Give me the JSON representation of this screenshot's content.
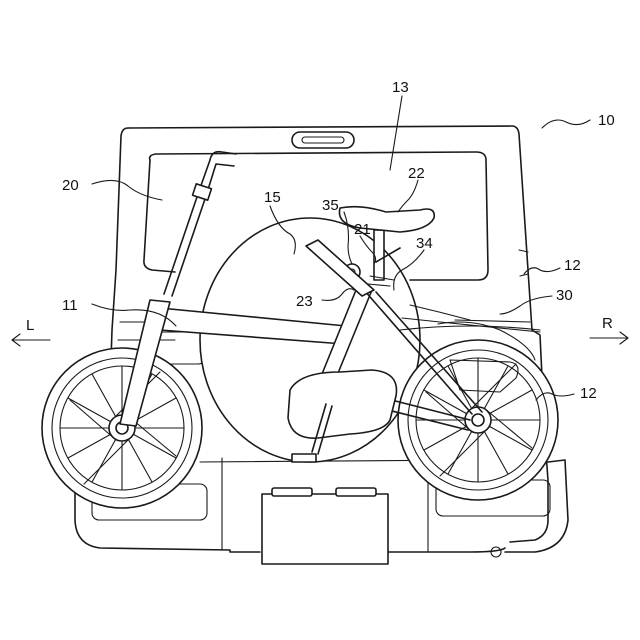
{
  "figure": {
    "labels": {
      "vehicle": "10",
      "rear_door": "11",
      "body_side_right": "12",
      "body_side_lower": "12",
      "rear_window": "13",
      "spare_tire": "15",
      "bicycle": "20",
      "saddle_post": "21",
      "saddle": "22",
      "seat_tube_clamp": "23",
      "carrier": "30",
      "support_arm": "34",
      "clamp_knob": "35"
    },
    "directions": {
      "left": "L",
      "right": "R"
    }
  }
}
